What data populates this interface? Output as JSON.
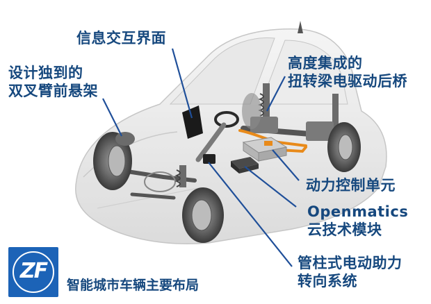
{
  "labels": {
    "infotainment": "信息交互界面",
    "front_suspension_line1": "设计独到的",
    "front_suspension_line2": "双叉臂前悬架",
    "rear_axle_line1": "高度集成的",
    "rear_axle_line2": "扭转梁电驱动后桥",
    "power_control": "动力控制单元",
    "openmatics_line1": "Openmatics",
    "openmatics_line2": "云技术模块",
    "steering_line1": "管柱式电动助力",
    "steering_line2": "转向系统"
  },
  "logo": {
    "text": "ZF",
    "color": "#1c63b7"
  },
  "caption": "智能城市车辆主要布局",
  "colors": {
    "label_text": "#16487e",
    "leader_line": "#1f4f99",
    "body_shell": "#d9d9d9",
    "drive_orange": "#e88a1a"
  }
}
